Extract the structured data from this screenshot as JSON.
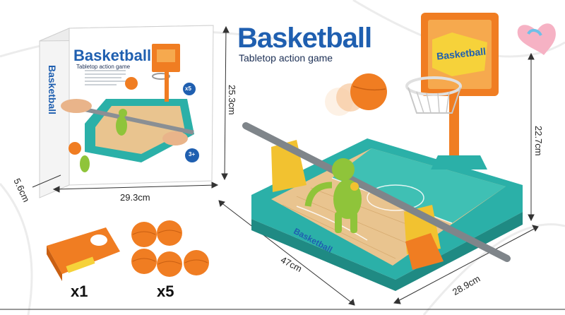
{
  "product": {
    "title": "Basketball",
    "subtitle": "Tabletop action game"
  },
  "box": {
    "title": "Basketball",
    "subtitle": "Tabletop action game",
    "side_text": "Basketball",
    "age_badge": "3+",
    "balls_badge": "x5"
  },
  "backboard_label": "Basketball",
  "court_label": "Basketball",
  "dimensions": {
    "box_height": "25.3cm",
    "box_depth": "5.6cm",
    "box_width": "29.3cm",
    "toy_length": "47cm",
    "toy_width": "28.9cm",
    "toy_height": "22.7cm"
  },
  "accessories": [
    {
      "name": "ball-launcher",
      "count": "x1"
    },
    {
      "name": "balls",
      "count": "x5"
    }
  ],
  "colors": {
    "brand_blue": "#1f5fb0",
    "court_teal": "#2bb0a8",
    "orange": "#f07d22",
    "wood": "#e9c48f",
    "figure_green": "#8fc43a",
    "yellow": "#f2c230"
  },
  "icons": [
    "logo-heart-icon"
  ]
}
